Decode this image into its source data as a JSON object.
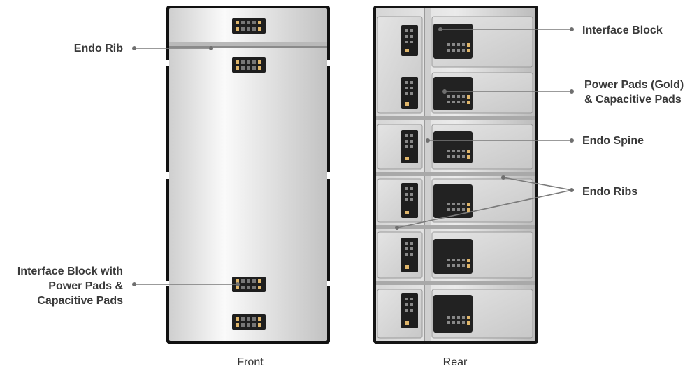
{
  "labels": {
    "endo_rib": "Endo Rib",
    "interface_block_with": [
      "Interface Block with",
      "Power Pads &",
      "Capacitive Pads"
    ],
    "interface_block": "Interface Block",
    "power_pads": [
      "Power Pads (Gold)",
      "& Capacitive Pads"
    ],
    "endo_spine": "Endo Spine",
    "endo_ribs": "Endo Ribs"
  },
  "captions": {
    "front": "Front",
    "rear": "Rear"
  },
  "colors": {
    "leader": "#7a7a7a",
    "pad_dark": "#222222",
    "pad_gold": "#e0b66a",
    "metal_light": "#f4f4f4",
    "metal_dark": "#c4c4c4"
  }
}
